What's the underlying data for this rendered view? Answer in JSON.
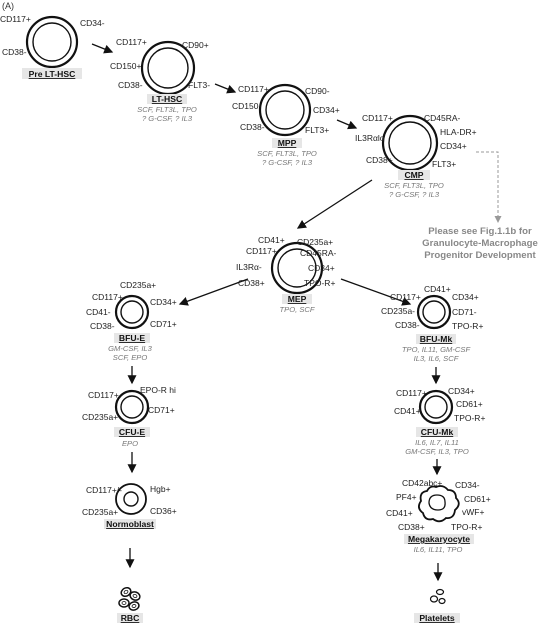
{
  "panel_label": "(A)",
  "cells": [
    {
      "key": "pre_lt_hsc",
      "name": "Pre LT-HSC",
      "markers": [
        "CD117+",
        "CD34-",
        "CD38-"
      ],
      "factors": []
    },
    {
      "key": "lt_hsc",
      "name": "LT-HSC",
      "markers": [
        "CD117+",
        "CD90+",
        "CD150+",
        "CD38-",
        "FLT3-"
      ],
      "factors": [
        "SCF, FLT3L, TPO",
        "? G-CSF, ? IL3"
      ]
    },
    {
      "key": "mpp",
      "name": "MPP",
      "markers": [
        "CD117+",
        "CD90-",
        "CD150-",
        "CD34+",
        "CD38-",
        "FLT3+"
      ],
      "factors": [
        "SCF, FLT3L, TPO",
        "? G-CSF, ? IL3"
      ]
    },
    {
      "key": "cmp",
      "name": "CMP",
      "markers": [
        "CD117+",
        "CD45RA-",
        "IL3Rαlo",
        "HLA-DR+",
        "CD34+",
        "CD38+",
        "FLT3+"
      ],
      "factors": [
        "SCF, FLT3L, TPO",
        "? G-CSF, ? IL3"
      ]
    },
    {
      "key": "mep",
      "name": "MEP",
      "markers": [
        "CD41+",
        "CD235a+",
        "CD117+",
        "CD45RA-",
        "IL3Rα-",
        "CD34+",
        "CD38+",
        "TPO-R+"
      ],
      "factors": [
        "TPO, SCF"
      ]
    },
    {
      "key": "bfu_e",
      "name": "BFU-E",
      "markers": [
        "CD235a+",
        "CD117+",
        "CD34+",
        "CD41-",
        "CD38-",
        "CD71+"
      ],
      "factors": [
        "GM-CSF, IL3",
        "SCF, EPO"
      ]
    },
    {
      "key": "bfu_mk",
      "name": "BFU-Mk",
      "markers": [
        "CD41+",
        "CD117+",
        "CD34+",
        "CD235a-",
        "CD71-",
        "CD38-",
        "TPO-R+"
      ],
      "factors": [
        "TPO, IL11, GM-CSF",
        "IL3, IL6, SCF"
      ]
    },
    {
      "key": "cfu_e",
      "name": "CFU-E",
      "markers": [
        "CD117+",
        "EPO-R hi",
        "CD71+",
        "CD235a+"
      ],
      "factors": [
        "EPO"
      ]
    },
    {
      "key": "cfu_mk",
      "name": "CFU-Mk",
      "markers": [
        "CD117+",
        "CD34+",
        "CD61+",
        "CD41+",
        "TPO-R+"
      ],
      "factors": [
        "IL6, IL7, IL11",
        "GM-CSF, IL3, TPO"
      ]
    },
    {
      "key": "normoblast",
      "name": "Normoblast",
      "markers": [
        "CD117+/-",
        "Hgb+",
        "CD36+",
        "CD235a+"
      ],
      "factors": []
    },
    {
      "key": "megakaryocyte",
      "name": "Megakaryocyte",
      "markers": [
        "CD42abc+",
        "CD34-",
        "PF4+",
        "CD61+",
        "vWF+",
        "CD41+",
        "CD38+",
        "TPO-R+"
      ],
      "factors": [
        "IL6, IL11, TPO"
      ]
    },
    {
      "key": "rbc",
      "name": "RBC",
      "markers": [],
      "factors": []
    },
    {
      "key": "platelets",
      "name": "Platelets",
      "markers": [],
      "factors": []
    }
  ],
  "note": [
    "Please see Fig.1.1b for",
    "Granulocyte-Macrophage",
    "Progenitor Development"
  ]
}
